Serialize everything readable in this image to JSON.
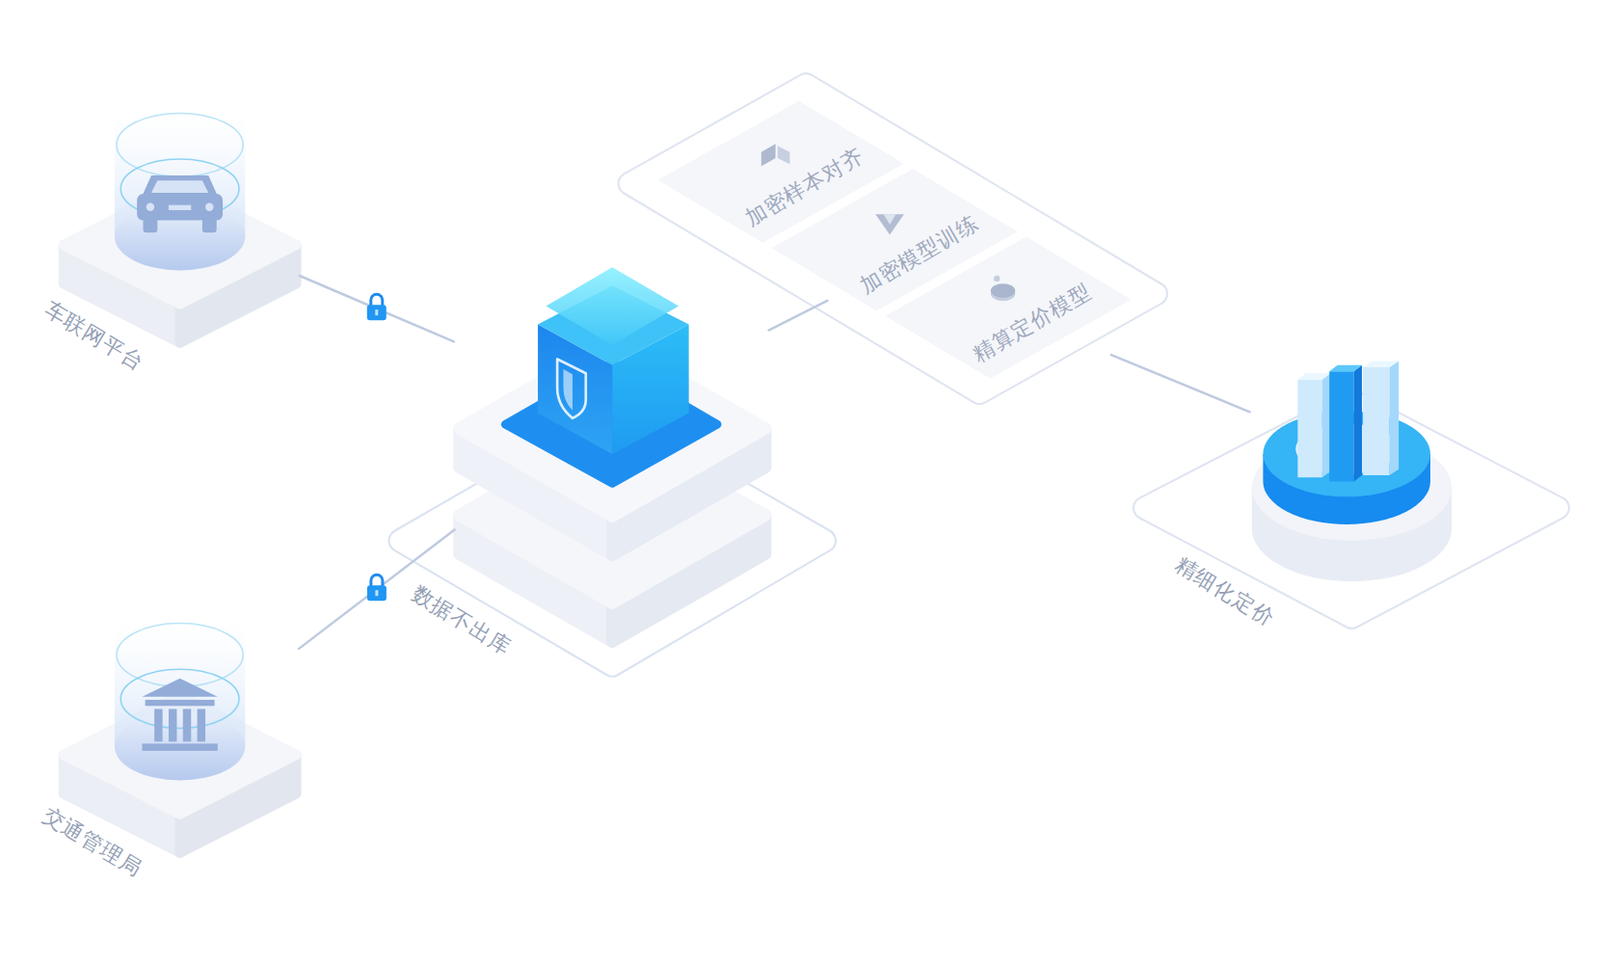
{
  "diagram": {
    "nodes": [
      {
        "text": [
          "车联网平台"
        ]
      },
      {
        "text": [
          "交通管理局"
        ]
      },
      {
        "text": [
          "数据不出库"
        ]
      },
      {
        "text": [
          "加密样本对齐"
        ]
      },
      {
        "text": [
          "加密模型训练"
        ]
      },
      {
        "text": [
          "精算定价模型"
        ]
      },
      {
        "text": [
          "精细化定价"
        ]
      }
    ],
    "edges": [
      {
        "from": 0,
        "to": 2,
        "arrow": "none"
      },
      {
        "from": 1,
        "to": 2,
        "arrow": "none"
      },
      {
        "from": 2,
        "to": 4,
        "arrow": "none"
      },
      {
        "from": 5,
        "to": 6,
        "arrow": "none"
      }
    ]
  }
}
